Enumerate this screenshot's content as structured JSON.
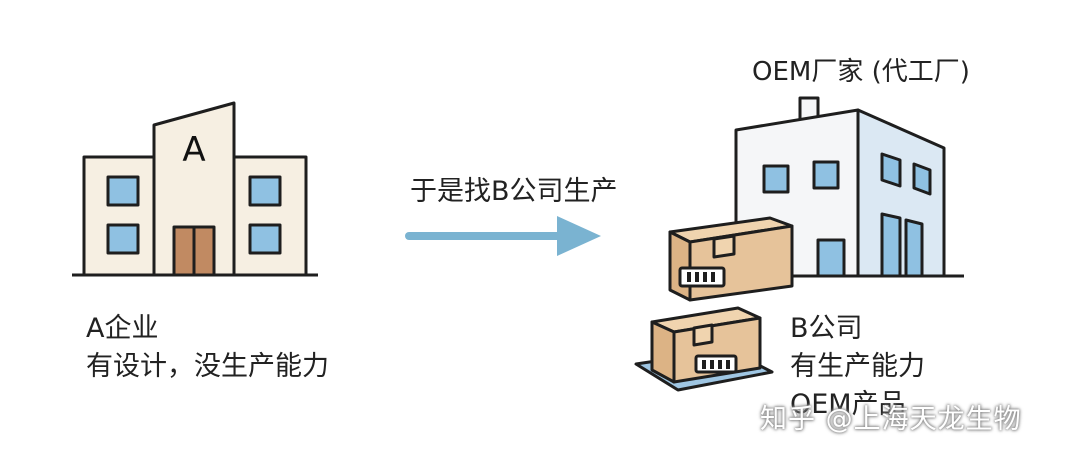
{
  "building_a": {
    "letter": "A",
    "caption_line1": "A企业",
    "caption_line2": "有设计，没生产能力"
  },
  "arrow": {
    "label": "于是找B公司生产",
    "color": "#7ab3d1"
  },
  "building_b": {
    "title": "OEM厂家 (代工厂)",
    "caption_line1": "B公司",
    "caption_line2": "有生产能力",
    "caption_line3": "OEM产品"
  },
  "watermark": {
    "text": "知乎 @上海天龙生物"
  },
  "colors": {
    "wall": "#f6efe2",
    "window": "#8fc1e2",
    "door": "#c18a62",
    "factory_wall": "#f5f6f8",
    "factory_side": "#dbe8f3",
    "box": "#e6c39a",
    "box_top": "#f0d4af",
    "pallet": "#9fc6e3",
    "outline": "#1e1e1e"
  }
}
